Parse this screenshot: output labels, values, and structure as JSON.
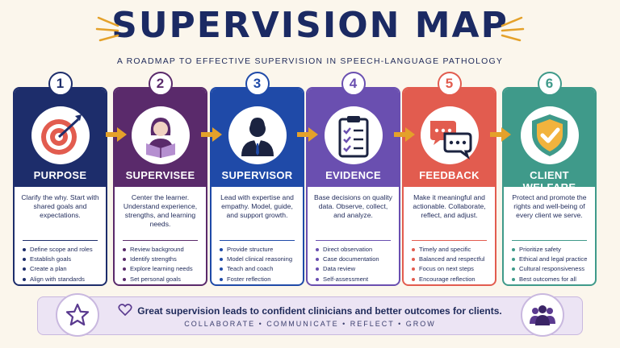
{
  "header": {
    "title": "SUPERVISION MAP",
    "subtitle": "A ROADMAP TO EFFECTIVE SUPERVISION IN SPEECH-LANGUAGE PATHOLOGY"
  },
  "steps": [
    {
      "number": "1",
      "title": "PURPOSE",
      "color": "#1d2d6b",
      "icon": "target-icon",
      "description": "Clarify the why. Start with shared goals and expectations.",
      "bullets": [
        "Define scope and roles",
        "Establish goals",
        "Create a plan",
        "Align with standards"
      ]
    },
    {
      "number": "2",
      "title": "SUPERVISEE",
      "color": "#5a2a6b",
      "icon": "reader-icon",
      "description": "Center the learner. Understand experience, strengths, and learning needs.",
      "bullets": [
        "Review background",
        "Identify strengths",
        "Explore learning needs",
        "Set personal goals"
      ]
    },
    {
      "number": "3",
      "title": "SUPERVISOR",
      "color": "#1f4aa8",
      "icon": "person-icon",
      "description": "Lead with expertise and empathy. Model, guide, and support growth.",
      "bullets": [
        "Provide structure",
        "Model clinical reasoning",
        "Teach and coach",
        "Foster reflection"
      ]
    },
    {
      "number": "4",
      "title": "EVIDENCE",
      "color": "#6a4fb0",
      "icon": "clipboard-icon",
      "description": "Base decisions on quality data. Observe, collect, and analyze.",
      "bullets": [
        "Direct observation",
        "Case documentation",
        "Data review",
        "Self-assessment"
      ]
    },
    {
      "number": "5",
      "title": "FEEDBACK",
      "color": "#e25c4f",
      "icon": "chat-icon",
      "description": "Make it meaningful and actionable. Collaborate, reflect, and adjust.",
      "bullets": [
        "Timely and specific",
        "Balanced and respectful",
        "Focus on next steps",
        "Encourage reflection"
      ]
    },
    {
      "number": "6",
      "title": "CLIENT WELFARE",
      "color": "#3f9a8a",
      "icon": "shield-check-icon",
      "description": "Protect and promote the rights and well-being of every client we serve.",
      "bullets": [
        "Prioritize safety",
        "Ethical and legal practice",
        "Cultural responsiveness",
        "Best outcomes for all"
      ]
    }
  ],
  "footer": {
    "message": "Great supervision leads to confident clinicians and better outcomes for clients.",
    "values": "COLLABORATE  •  COMMUNICATE  •  REFLECT  •  GROW"
  },
  "colors": {
    "arrow": "#e4a12a",
    "background": "#fbf6ec",
    "footer": "#ece4f4"
  }
}
